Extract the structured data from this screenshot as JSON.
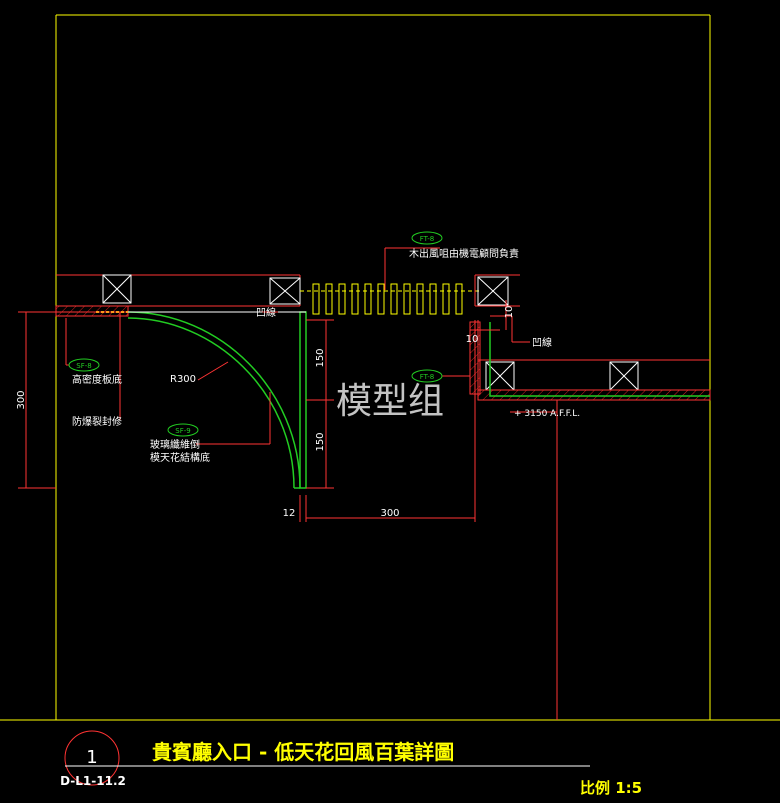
{
  "colors": {
    "background": "#000000",
    "frame": "#ffff00",
    "structure": "#ff3333",
    "panel": "#22cc22",
    "label_text": "#ffffff",
    "title_text": "#ffff00",
    "tag": "#22cc22",
    "hatch": "#cc2222"
  },
  "tags": {
    "ft8_top": "FT-8",
    "ft8_mid": "FT-8",
    "sf8": "SF-8",
    "sf9": "SF-9"
  },
  "labels": {
    "louver_note": "木出風咀由機電顧問負責",
    "shadow_line_left": "凹線",
    "shadow_line_right": "凹線",
    "board": "高密度板底",
    "radius": "R300",
    "crack_seal": "防爆裂封修",
    "gfrc_line1": "玻璃纖維倒",
    "gfrc_line2": "模天花結構底",
    "ffl": "+ 3150 A.F.F.L."
  },
  "dimensions": {
    "left_height": "300",
    "upper_150": "150",
    "lower_150": "150",
    "bottom_12": "12",
    "bottom_300": "300",
    "right_10_vertical": "10",
    "right_10_horizontal": "10"
  },
  "watermark": "模型组",
  "title_block": {
    "detail_number": "1",
    "sheet_ref": "D-L1-11.2",
    "title": "貴賓廳入口 - 低天花回風百葉詳圖",
    "scale": "比例  1:5"
  }
}
